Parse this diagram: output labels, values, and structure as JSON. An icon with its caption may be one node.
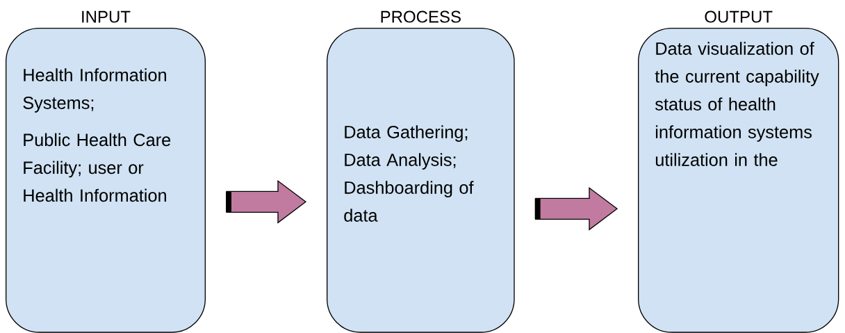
{
  "diagram": {
    "nodes": [
      {
        "text": [
          "INPUT",
          "Health Information Systems;",
          "Public Health Care Facility; user or Health Information"
        ]
      },
      {
        "text": [
          "PROCESS",
          "Data Gathering; Data Analysis; Dashboarding of data"
        ]
      },
      {
        "text": [
          "OUTPUT",
          "Data visualization of the current capability status of health information systems utilization in the"
        ]
      }
    ],
    "edges": [
      {
        "from": 0,
        "to": 1,
        "arrow": "to"
      },
      {
        "from": 1,
        "to": 2,
        "arrow": "to"
      }
    ]
  }
}
